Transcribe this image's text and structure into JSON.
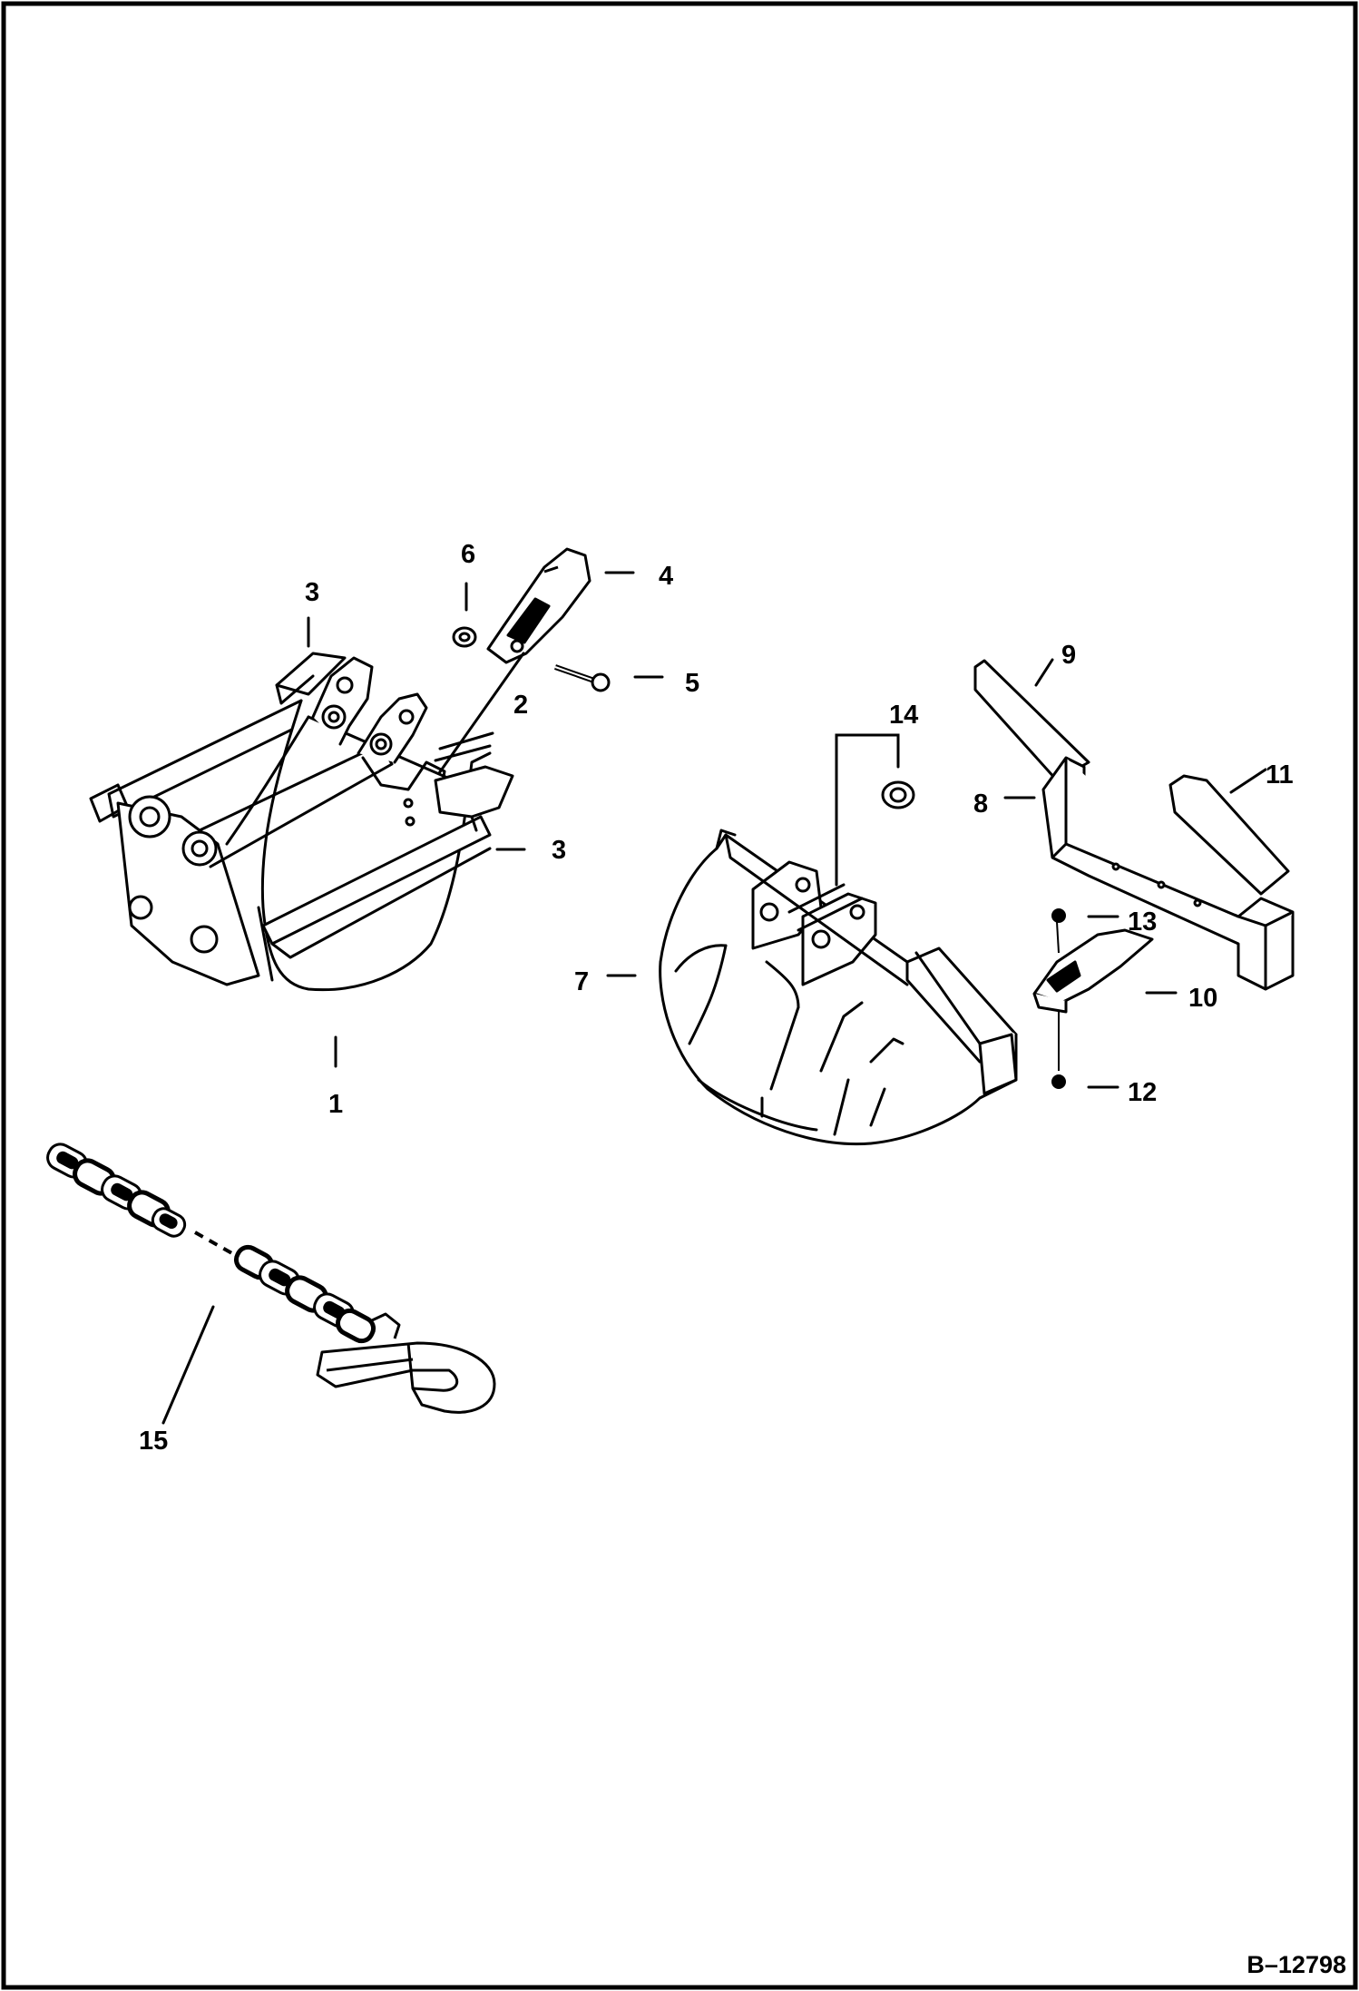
{
  "figure": {
    "reference": "B–12798",
    "callouts": [
      {
        "id": "c1",
        "label": "1"
      },
      {
        "id": "c2",
        "label": "2"
      },
      {
        "id": "c3a",
        "label": "3"
      },
      {
        "id": "c3b",
        "label": "3"
      },
      {
        "id": "c4",
        "label": "4"
      },
      {
        "id": "c5",
        "label": "5"
      },
      {
        "id": "c6",
        "label": "6"
      },
      {
        "id": "c7",
        "label": "7"
      },
      {
        "id": "c8",
        "label": "8"
      },
      {
        "id": "c9",
        "label": "9"
      },
      {
        "id": "c10",
        "label": "10"
      },
      {
        "id": "c11",
        "label": "11"
      },
      {
        "id": "c12",
        "label": "12"
      },
      {
        "id": "c13",
        "label": "13"
      },
      {
        "id": "c14",
        "label": "14"
      },
      {
        "id": "c15",
        "label": "15"
      }
    ]
  }
}
